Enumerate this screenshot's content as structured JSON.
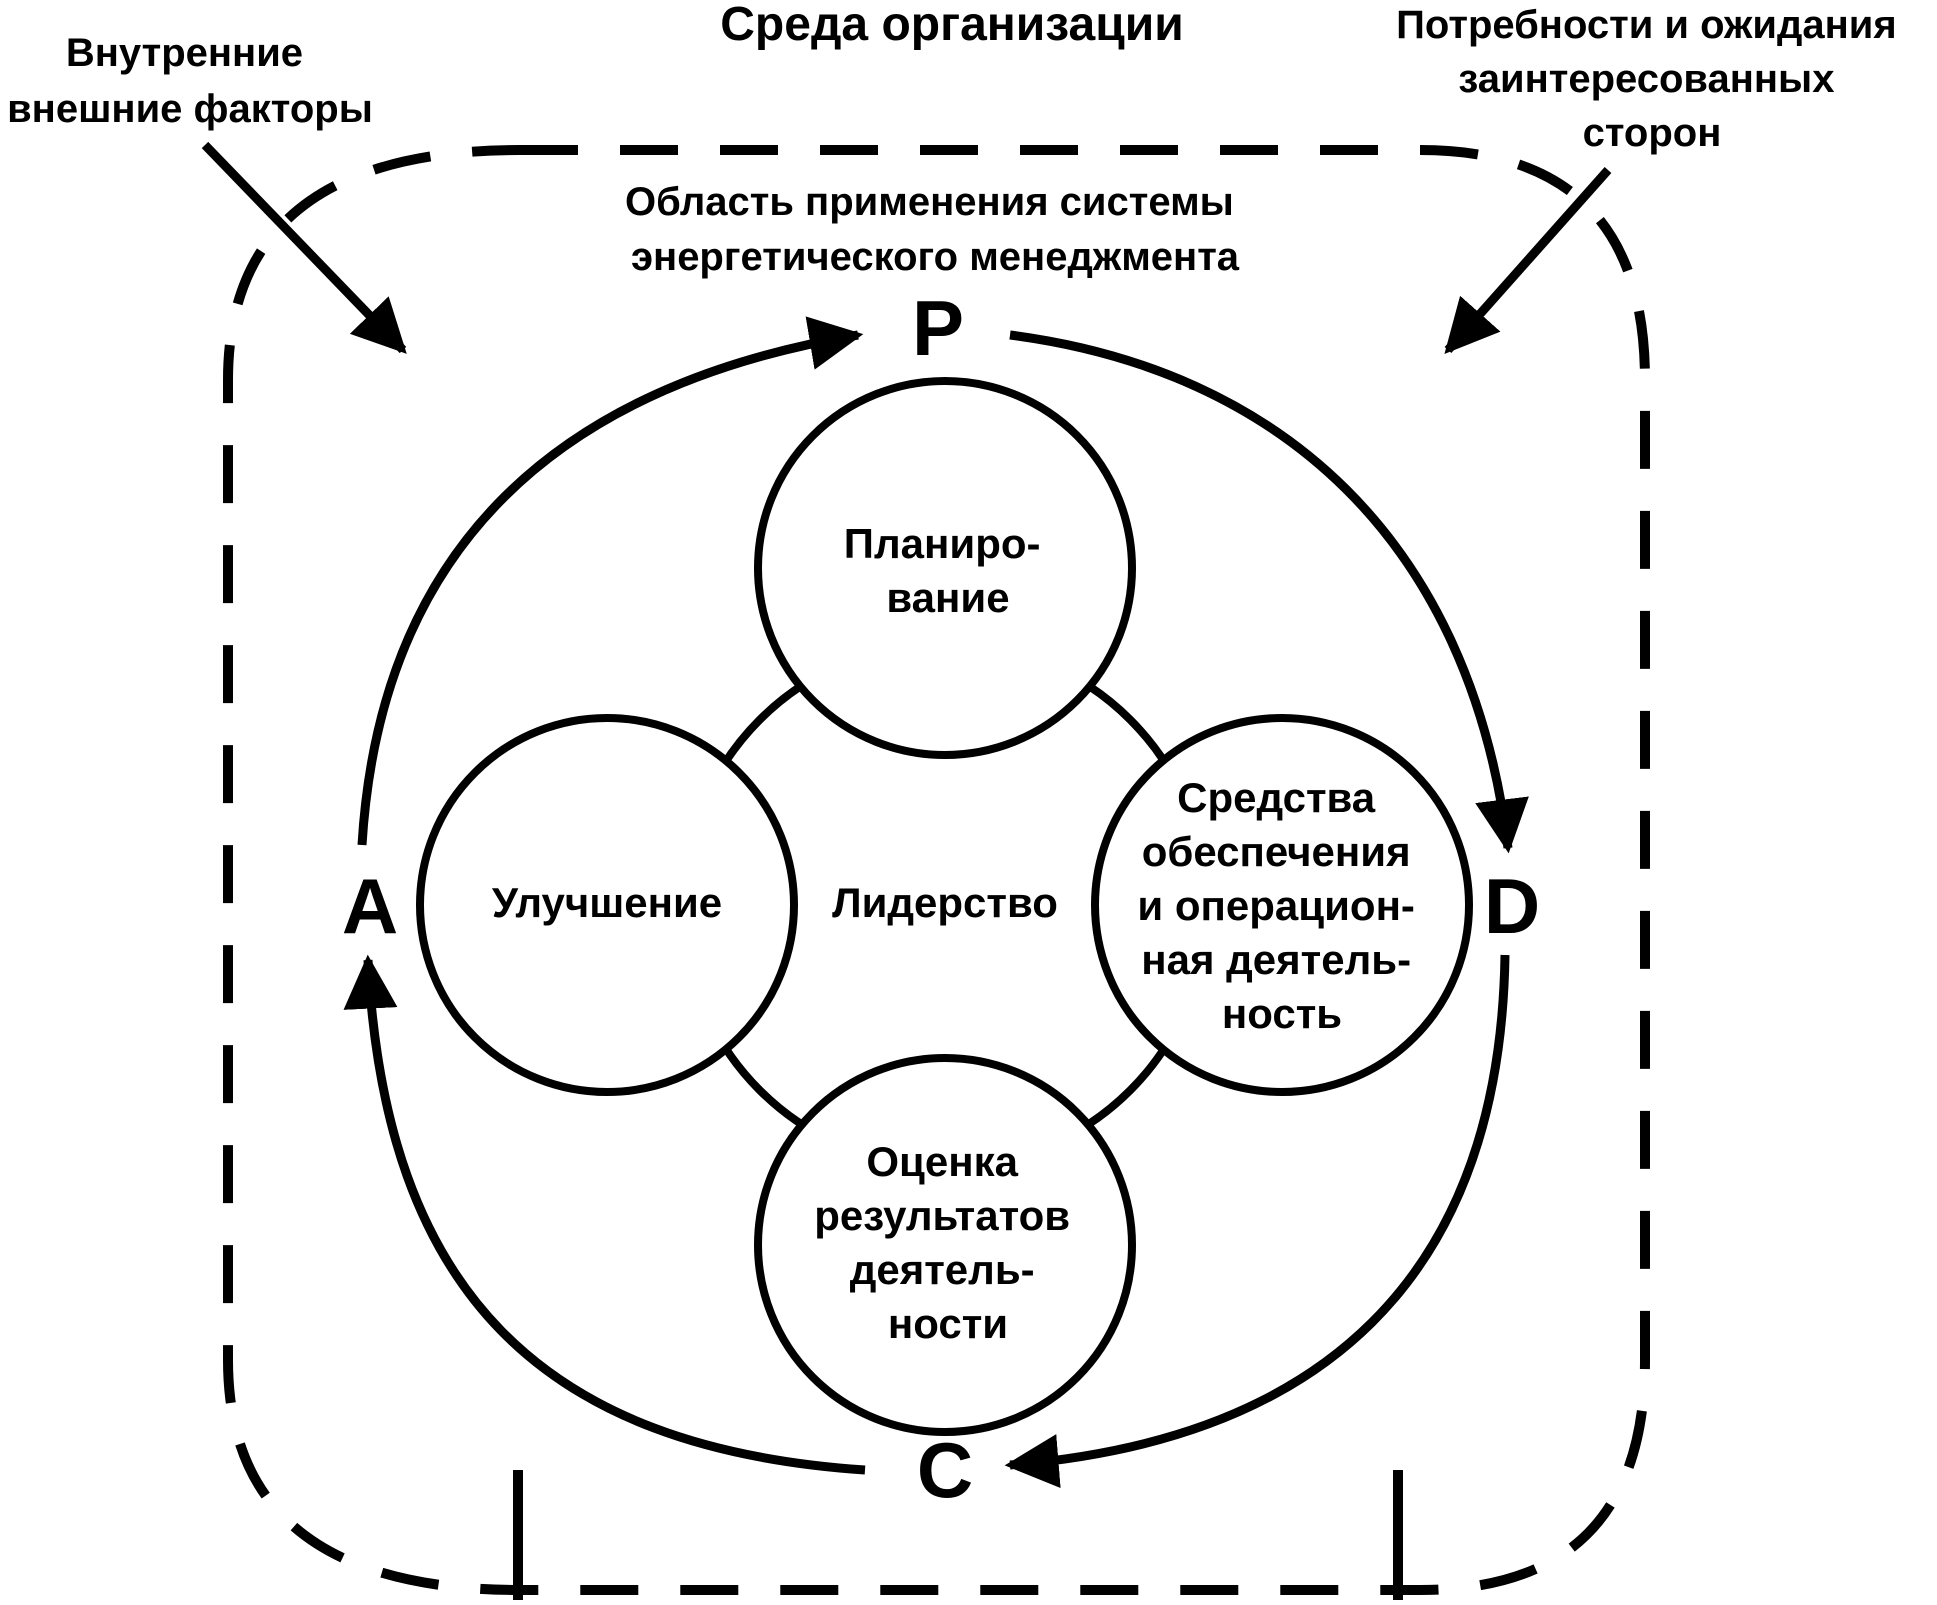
{
  "title": "Среда организации",
  "factors": {
    "left": [
      "Внутренние",
      "внешние факторы"
    ],
    "right": [
      "Потребности и ожидания",
      "заинтересованных",
      "сторон"
    ]
  },
  "scope": [
    "Область применения системы",
    "энергетического менеджмента"
  ],
  "pdca": {
    "p": "P",
    "d": "D",
    "c": "C",
    "a": "A"
  },
  "nodes": {
    "planning": [
      "Планиро-",
      "вание"
    ],
    "support": [
      "Средства",
      "обеспечения",
      "и операцион-",
      "ная деятель-",
      "ность"
    ],
    "evaluation": [
      "Оценка",
      "результатов",
      "деятель-",
      "ности"
    ],
    "improvement": [
      "Улучшение"
    ],
    "leadership": "Лидерство"
  },
  "colors": {
    "ink": "#000000",
    "background": "#ffffff"
  }
}
